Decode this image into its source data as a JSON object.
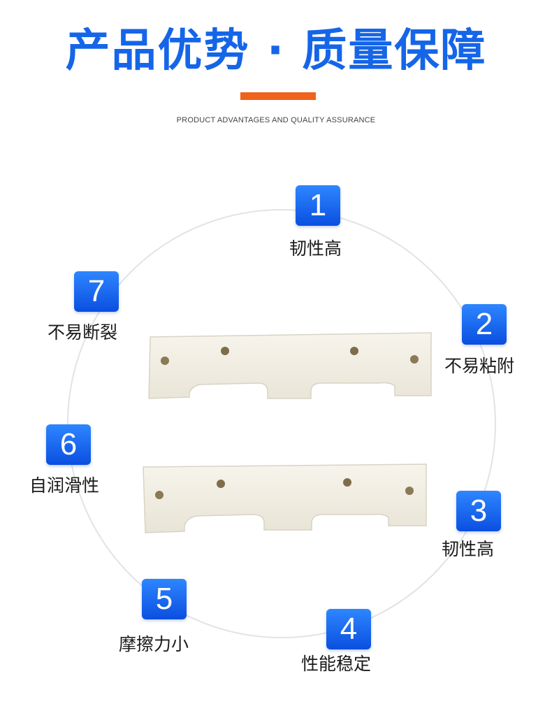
{
  "header": {
    "title": "产品优势 · 质量保障",
    "subtitle": "PRODUCT ADVANTAGES AND QUALITY ASSURANCE"
  },
  "colors": {
    "title": "#1565e8",
    "accent": "#f0631c",
    "badge": "#1a6cf5",
    "plate": "#f2efe6"
  },
  "features": [
    {
      "number": "1",
      "label": "韧性高"
    },
    {
      "number": "2",
      "label": "不易粘附"
    },
    {
      "number": "3",
      "label": "韧性高"
    },
    {
      "number": "4",
      "label": "性能稳定"
    },
    {
      "number": "5",
      "label": "摩擦力小"
    },
    {
      "number": "6",
      "label": "自润滑性"
    },
    {
      "number": "7",
      "label": "不易断裂"
    }
  ]
}
